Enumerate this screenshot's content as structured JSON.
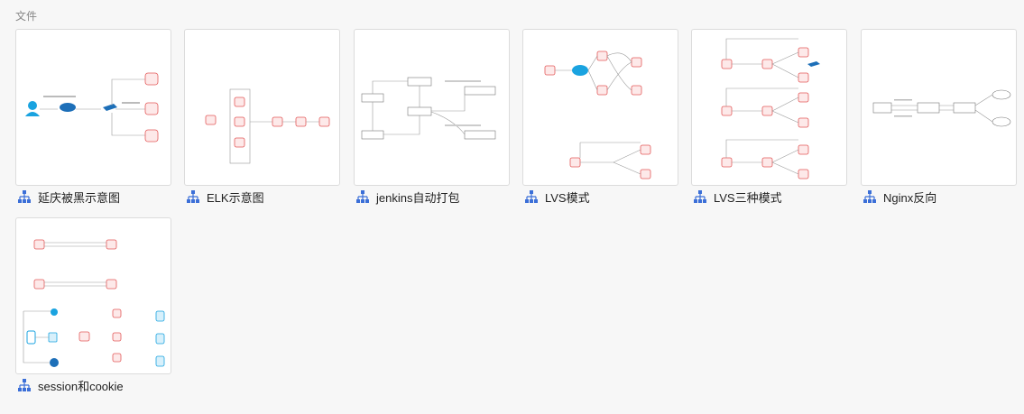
{
  "section": {
    "title": "文件"
  },
  "icons": {
    "file_type": "sitemap-icon",
    "accent_color": "#3b6fd8",
    "node_color": "#e35959",
    "cloud_color": "#1aa3e0"
  },
  "files": [
    {
      "name": "延庆被黑示意图"
    },
    {
      "name": "ELK示意图"
    },
    {
      "name": "jenkins自动打包"
    },
    {
      "name": "LVS模式"
    },
    {
      "name": "LVS三种模式"
    },
    {
      "name": "Nginx反向"
    },
    {
      "name": "session和cookie"
    }
  ]
}
